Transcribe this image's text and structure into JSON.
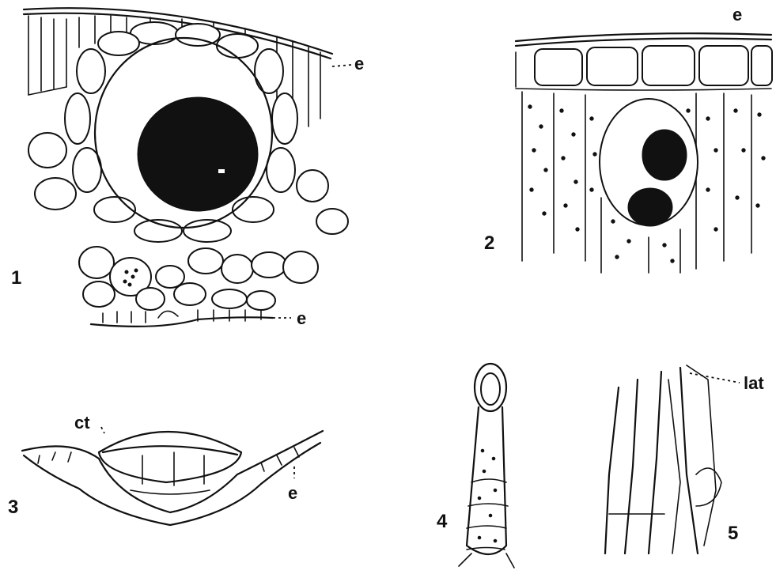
{
  "figures": [
    {
      "number": "1",
      "labels": [
        "e",
        "e"
      ]
    },
    {
      "number": "2",
      "labels": [
        "e"
      ]
    },
    {
      "number": "3",
      "labels": [
        "ct",
        "e"
      ]
    },
    {
      "number": "4",
      "labels": []
    },
    {
      "number": "5",
      "labels": [
        "lat"
      ]
    }
  ]
}
